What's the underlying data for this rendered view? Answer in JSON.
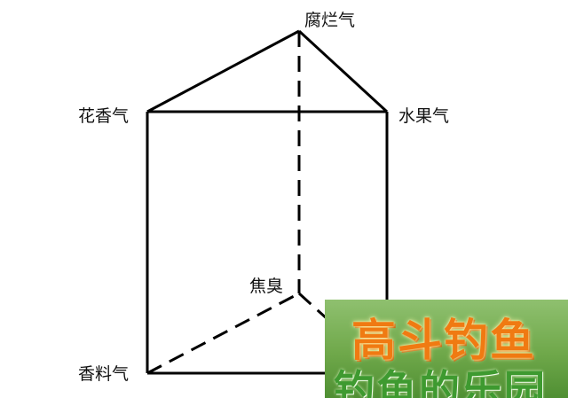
{
  "labels": {
    "top": "腐烂气",
    "upper_left": "花香气",
    "upper_right": "水果气",
    "back_bottom": "焦臭",
    "lower_left": "香料气"
  },
  "watermark": {
    "line1": "高斗钓鱼",
    "line2": "钓鱼的乐园"
  },
  "colors": {
    "line": "#000000",
    "background": "#ffffff",
    "watermark_top": "#8fc06f",
    "watermark_text1": "#f07a12",
    "watermark_text2": "#3e9a30"
  }
}
